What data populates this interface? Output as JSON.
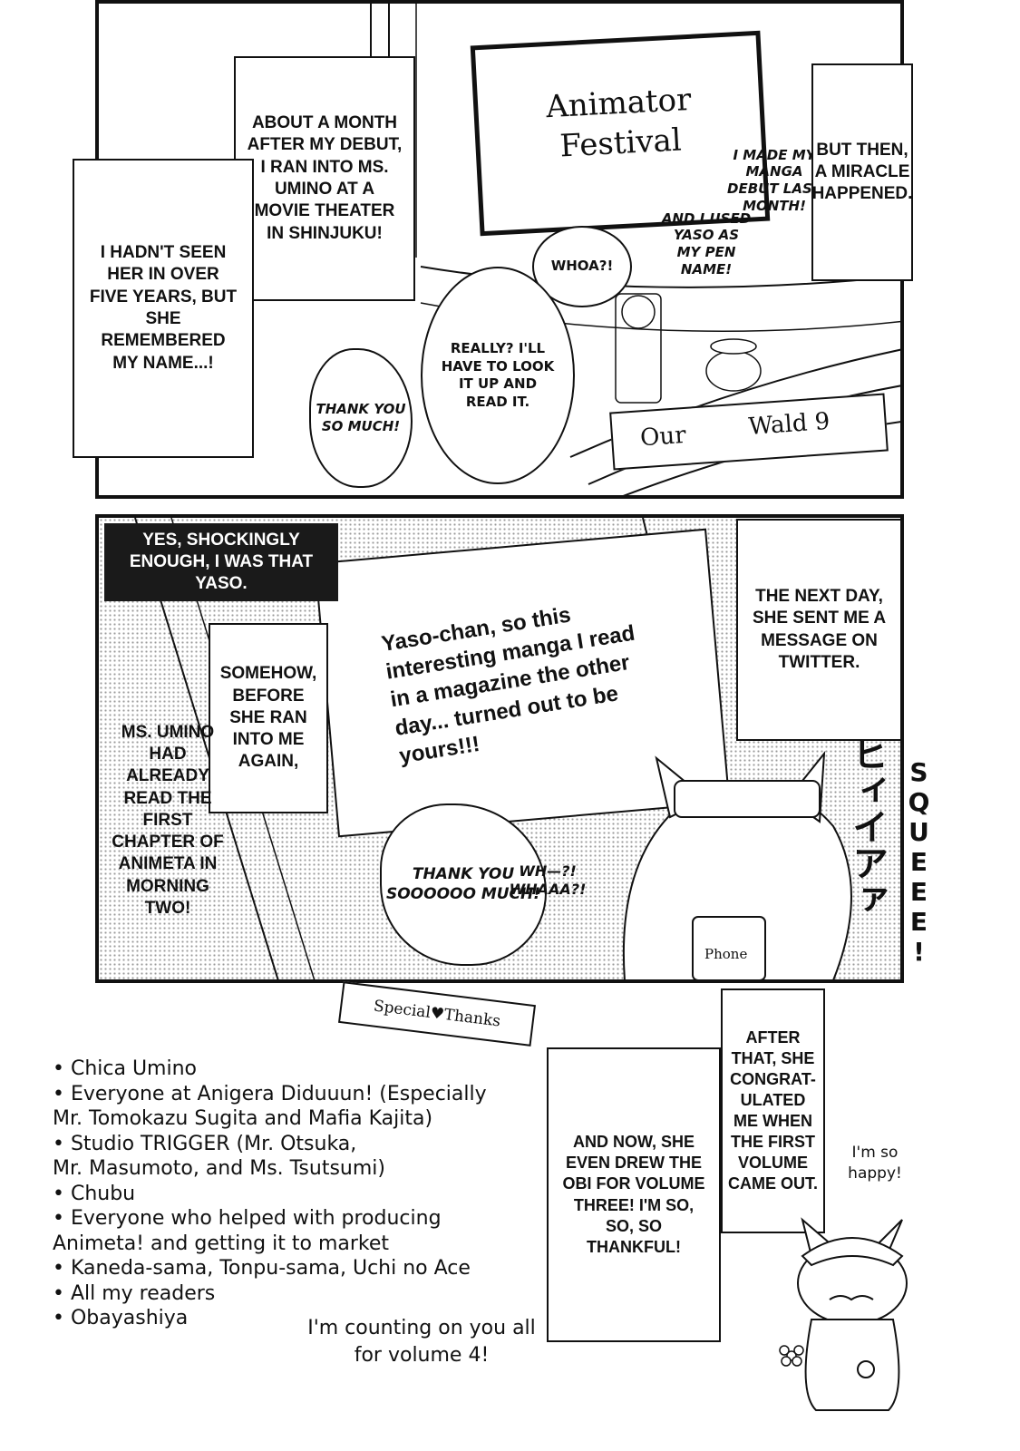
{
  "panel1": {
    "sign_text": [
      "Animator",
      "Festival"
    ],
    "banner_left": "Our",
    "banner_right": "Wald 9",
    "caption_month": "ABOUT A MONTH AFTER MY DEBUT, I RAN INTO MS. UMINO AT A MOVIE THEATER IN SHINJUKU!",
    "caption_seen": "I HADN'T SEEN HER IN OVER FIVE YEARS, BUT SHE REMEMBERED MY NAME...!",
    "caption_miracle": "BUT THEN, A MIRACLE HAPPENED.",
    "bubble_whoa": "WHOA?!",
    "bubble_really": "REALLY? I'LL HAVE TO LOOK IT UP AND READ IT.",
    "bubble_thank": "THANK YOU SO MUCH!",
    "bubble_debut": "I MADE MY MANGA DEBUT LAST MONTH!",
    "bubble_penname": "AND I USED YASO AS MY PEN NAME!"
  },
  "panel2": {
    "caption_yaso": "YES, SHOCKINGLY ENOUGH, I WAS THAT YASO.",
    "letter_text": "Yaso-chan, so this interesting manga I read in a magazine the other day... turned out to be yours!!!",
    "caption_somehow": "SOMEHOW, BEFORE SHE RAN INTO ME AGAIN,",
    "caption_umino": "MS. UMINO HAD ALREADY READ THE FIRST CHAPTER OF ANIMETA IN MORNING TWO!",
    "caption_nextday": "THE NEXT DAY, SHE SENT ME A MESSAGE ON TWITTER.",
    "bubble_thank": "THANK YOU SOOOOOO MUCH!",
    "bubble_wha": "WH—?! WHAAA?!",
    "sfx_squeee": "SQUEEE!",
    "sfx_katakana": "ヒィイアァ",
    "phone_label": "Phone"
  },
  "footer": {
    "ribbon": "Special♥Thanks",
    "credits": [
      "• Chica Umino",
      "• Everyone at Anigera Diduuun! (Especially",
      "Mr. Tomokazu Sugita and Mafia Kajita)",
      "• Studio TRIGGER (Mr. Otsuka,",
      "Mr. Masumoto, and Ms. Tsutsumi)",
      "• Chubu",
      "• Everyone who helped with producing",
      "Animeta! and getting it to market",
      "• Kaneda-sama, Tonpu-sama, Uchi no Ace",
      "• All my readers",
      "• Obayashiya"
    ],
    "caption_after": "AFTER THAT, SHE CONGRAT-ULATED ME WHEN THE FIRST VOLUME CAME OUT.",
    "caption_now": "AND NOW, SHE EVEN DREW THE OBI FOR VOLUME THREE! I'M SO, SO, SO THANKFUL!",
    "happy": "I'm so happy!",
    "counting": "I'm counting on you all for volume 4!"
  }
}
